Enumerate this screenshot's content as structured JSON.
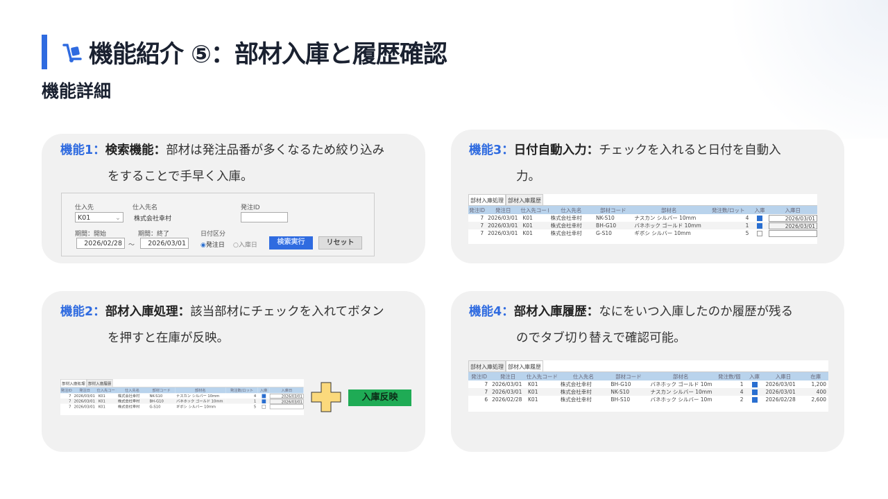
{
  "header": {
    "title": "機能紹介 ⑤：部材入庫と履歴確認",
    "subtitle": "機能詳細"
  },
  "colors": {
    "accent": "#2f6be0",
    "green": "#1fab55"
  },
  "features": [
    {
      "label": "機能1：",
      "name": "検索機能：",
      "text1": "部材は発注品番が多くなるため絞り込み",
      "text2": "をすることで手早く入庫。"
    },
    {
      "label": "機能2：",
      "name": "部材入庫処理：",
      "text1": "該当部材にチェックを入れてボタン",
      "text2": "を押すと在庫が反映。"
    },
    {
      "label": "機能3：",
      "name": "日付自動入力：",
      "text1": "チェックを入れると日付を自動入",
      "text2": "力。"
    },
    {
      "label": "機能4：",
      "name": "部材入庫履歴：",
      "text1": "なにをいつ入庫したのか履歴が残る",
      "text2": "のでタブ切り替えで確認可能。"
    }
  ],
  "search_form": {
    "supplier_label": "仕入先",
    "supplier_value": "K01",
    "supplier_name_label": "仕入先名",
    "supplier_name_value": "株式会社幸村",
    "order_id_label": "発注ID",
    "order_id_value": "",
    "start_label": "期間：開始",
    "start_value": "2026/02/28",
    "tilde": "～",
    "end_label": "期間：終了",
    "end_value": "2026/03/01",
    "date_type_label": "日付区分",
    "radio1": "発注日",
    "radio2": "入庫日",
    "search_button": "検索実行",
    "reset_button": "リセット"
  },
  "tabs": [
    "部材入庫処理",
    "部材入庫履歴"
  ],
  "receiving_table": {
    "headers": [
      "発注ID",
      "発注日",
      "仕入先コード",
      "仕入先名",
      "部材コード",
      "部材名",
      "発注数/ロット",
      "入庫",
      "入庫日"
    ],
    "rows": [
      [
        "7",
        "2026/03/01",
        "K01",
        "株式会社幸村",
        "NK-S10",
        "ナスカン シルバー 10mm",
        "4",
        true,
        "2026/03/01"
      ],
      [
        "7",
        "2026/03/01",
        "K01",
        "株式会社幸村",
        "BH-G10",
        "バネホック ゴールド 10mm",
        "1",
        true,
        "2026/03/01"
      ],
      [
        "7",
        "2026/03/01",
        "K01",
        "株式会社幸村",
        "G-S10",
        "ギボシ シルバー 10mm",
        "5",
        false,
        ""
      ]
    ]
  },
  "history_table": {
    "headers": [
      "発注ID",
      "発注日",
      "仕入先コード",
      "仕入先名",
      "部材コード",
      "部材名",
      "発注数/個",
      "入庫",
      "入庫日",
      "在庫"
    ],
    "rows": [
      [
        "7",
        "2026/03/01",
        "K01",
        "株式会社幸村",
        "BH-G10",
        "バネホック ゴールド 10m",
        "1",
        true,
        "2026/03/01",
        "1,200"
      ],
      [
        "7",
        "2026/03/01",
        "K01",
        "株式会社幸村",
        "NK-S10",
        "ナスカン シルバー 10mm",
        "4",
        true,
        "2026/03/01",
        "400"
      ],
      [
        "6",
        "2026/02/28",
        "K01",
        "株式会社幸村",
        "BH-S10",
        "バネホック シルバー 10m",
        "2",
        true,
        "2026/02/28",
        "2,600"
      ]
    ]
  },
  "reflect_label": "入庫反映"
}
